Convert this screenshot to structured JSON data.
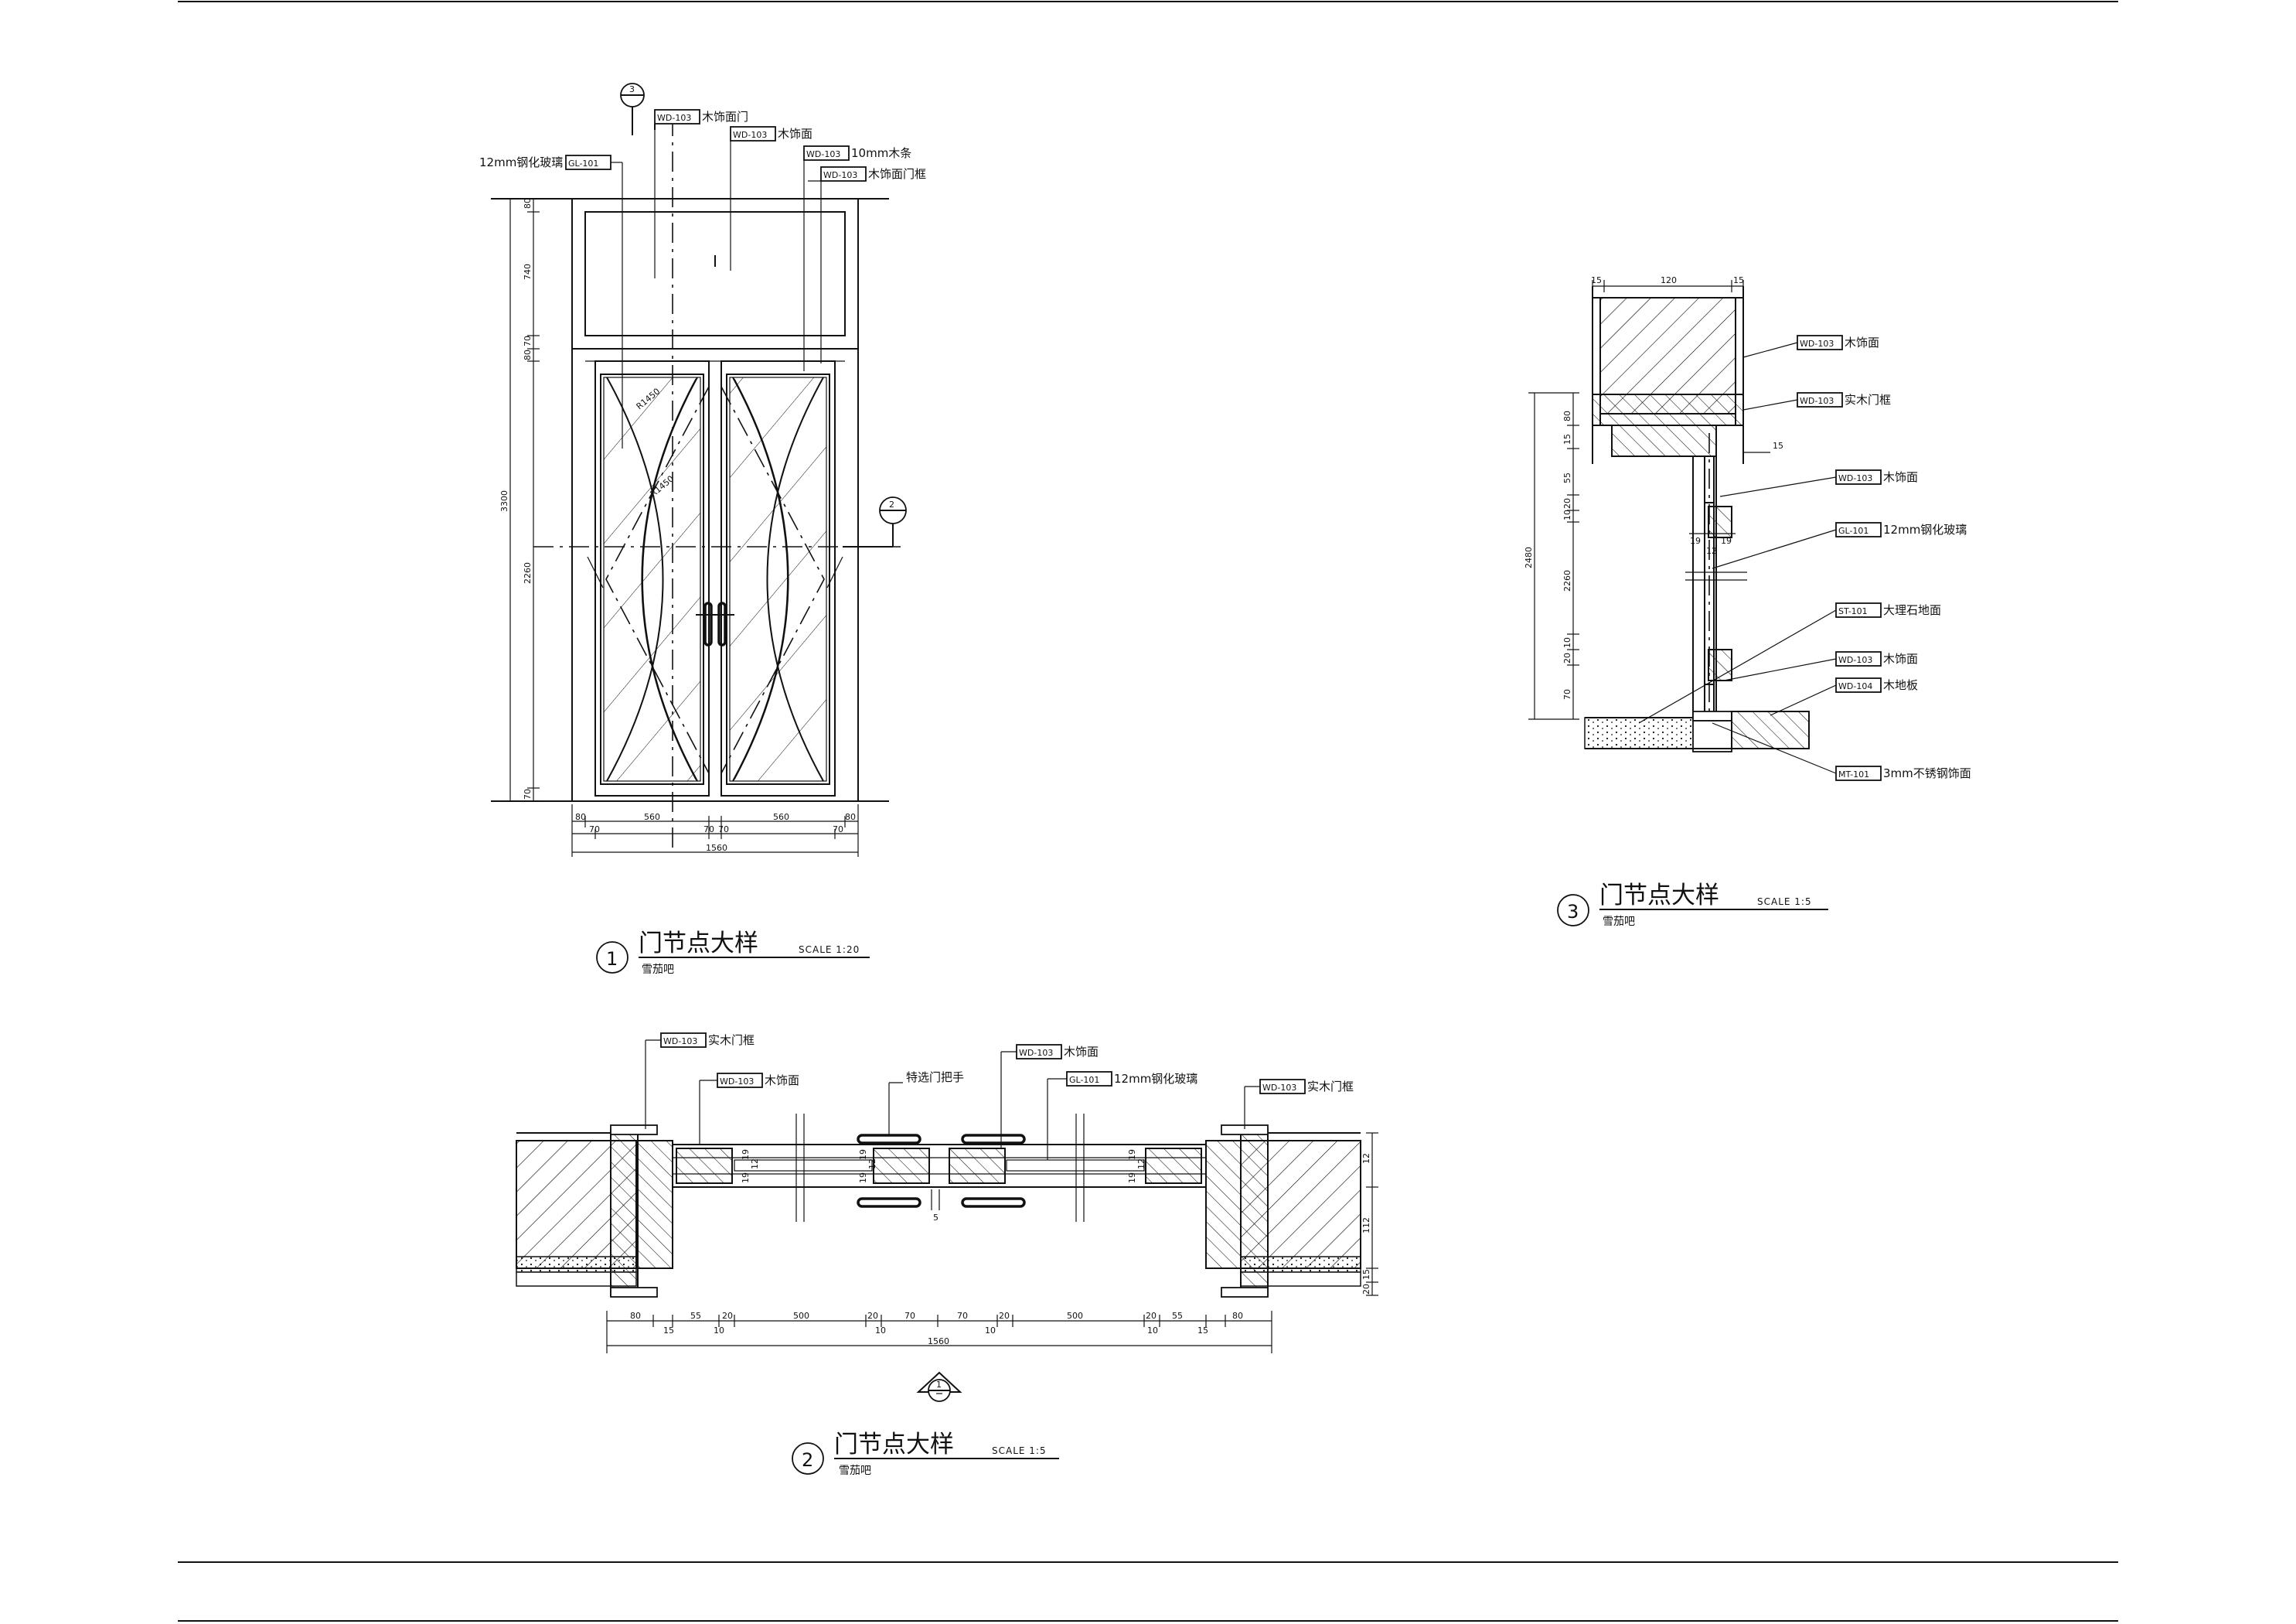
{
  "drawing1": {
    "number": "1",
    "title": "门节点大样",
    "scale": "SCALE 1:20",
    "subtitle": "雪茄吧",
    "section_marker_top": "3",
    "section_marker_side": "2",
    "callouts": [
      {
        "code": "WD-103",
        "text": "木饰面门"
      },
      {
        "code": "WD-103",
        "text": "木饰面"
      },
      {
        "code": "WD-103",
        "text": "10mm木条"
      },
      {
        "code": "WD-103",
        "text": "木饰面门框"
      },
      {
        "pre": "12mm钢化玻璃",
        "code": "GL-101"
      }
    ],
    "radius_labels": [
      "R1450",
      "R1450"
    ],
    "dims_left": [
      "80",
      "740",
      "70",
      "80",
      "2260",
      "70"
    ],
    "dim_total_height": "3300",
    "dims_bottom_top": [
      "80",
      "560",
      "560",
      "80"
    ],
    "dims_bottom_mid": [
      "70",
      "70",
      "70",
      "70"
    ],
    "dim_total_width": "1560"
  },
  "drawing2": {
    "number": "2",
    "title": "门节点大样",
    "scale": "SCALE 1:5",
    "subtitle": "雪茄吧",
    "section_marker": "1",
    "callouts": [
      {
        "code": "WD-103",
        "text": "实木门框"
      },
      {
        "code": "WD-103",
        "text": "木饰面"
      },
      {
        "code": "",
        "text": "特选门把手"
      },
      {
        "code": "WD-103",
        "text": "木饰面"
      },
      {
        "code": "GL-101",
        "text": "12mm钢化玻璃"
      },
      {
        "code": "WD-103",
        "text": "实木门框"
      }
    ],
    "dims_top_row": [
      "80",
      "55",
      "20",
      "500",
      "20",
      "70",
      "70",
      "20",
      "500",
      "20",
      "55",
      "80"
    ],
    "dims_bottom_row": [
      "15",
      "10",
      "10",
      "10",
      "10",
      "15"
    ],
    "dim_total": "1560",
    "dims_right": [
      "12",
      "112",
      "15",
      "20"
    ],
    "dims_gap": [
      "19",
      "12",
      "19",
      "19",
      "12",
      "19",
      "19",
      "12",
      "19"
    ],
    "dim_handle": "5"
  },
  "drawing3": {
    "number": "3",
    "title": "门节点大样",
    "scale": "SCALE 1:5",
    "subtitle": "雪茄吧",
    "callouts": [
      {
        "code": "WD-103",
        "text": "木饰面"
      },
      {
        "code": "WD-103",
        "text": "实木门框"
      },
      {
        "code": "WD-103",
        "text": "木饰面"
      },
      {
        "code": "GL-101",
        "text": "12mm钢化玻璃"
      },
      {
        "code": "ST-101",
        "text": "大理石地面"
      },
      {
        "code": "WD-103",
        "text": "木饰面"
      },
      {
        "code": "WD-104",
        "text": "木地板"
      },
      {
        "code": "MT-101",
        "text": "3mm不锈钢饰面"
      }
    ],
    "dims_top": [
      "15",
      "120",
      "15"
    ],
    "dims_left": [
      "80",
      "15",
      "55",
      "20",
      "10",
      "2260",
      "10",
      "20",
      "70"
    ],
    "dim_total": "2480",
    "dims_mid": [
      "19",
      "12",
      "19"
    ],
    "dim_side": "15"
  }
}
